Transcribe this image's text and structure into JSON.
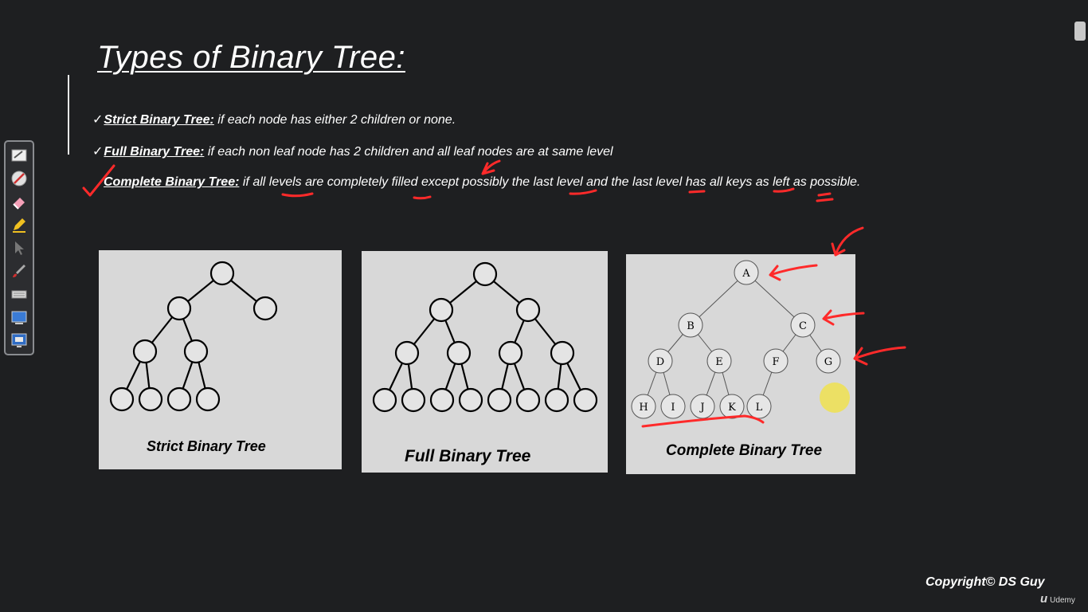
{
  "slide": {
    "title": "Types of Binary Tree:",
    "bullets": [
      {
        "check": "✓",
        "term": "Strict Binary Tree:",
        "text": " if each node has either 2 children or none."
      },
      {
        "check": "✓",
        "term": "Full Binary Tree:",
        "text": " if each non leaf node has 2 children and all leaf nodes are at same level"
      },
      {
        "check": "",
        "term": "Complete Binary Tree:",
        "text": " if all levels are completely filled except possibly the last level and the last level has all keys as left as possible."
      }
    ],
    "figures": [
      {
        "caption": "Strict Binary Tree"
      },
      {
        "caption": "Full Binary Tree"
      },
      {
        "caption": "Complete Binary Tree",
        "node_labels": [
          "A",
          "B",
          "C",
          "D",
          "E",
          "F",
          "G",
          "H",
          "I",
          "J",
          "K",
          "L"
        ]
      }
    ],
    "copyright": "Copyright© DS Guy"
  },
  "toolbar": {
    "tools": [
      "whiteboard-icon",
      "no-entry-icon",
      "eraser-icon",
      "pen-icon",
      "pointer-icon",
      "brush-icon",
      "keyboard-icon",
      "screen-icon",
      "display-icon"
    ]
  },
  "branding": {
    "logo_mark": "u",
    "name": "Udemy"
  },
  "colors": {
    "background": "#1e1f21",
    "panel": "#d8d8d8",
    "annotation": "#ff2a2a",
    "cursor": "#f0e250"
  }
}
